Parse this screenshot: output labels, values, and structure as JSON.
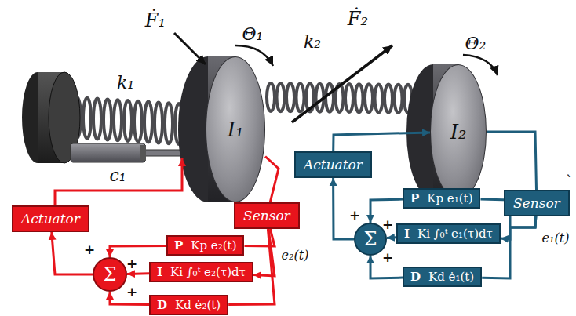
{
  "diagram": {
    "nodes": [
      {
        "text": [
          "I₁"
        ]
      },
      {
        "text": [
          "I₂"
        ]
      },
      {
        "text": [
          "Actuator"
        ]
      },
      {
        "text": [
          "Sensor"
        ]
      },
      {
        "text": [
          "P",
          "Kp e₂(t)"
        ]
      },
      {
        "text": [
          "I",
          "Ki ∫₀ᵗ e₂(τ)dτ"
        ]
      },
      {
        "text": [
          "D",
          "Kd ė₂(t)"
        ]
      },
      {
        "text": [
          "Σ"
        ]
      },
      {
        "text": [
          "Actuator"
        ]
      },
      {
        "text": [
          "Sensor"
        ]
      },
      {
        "text": [
          "P",
          "Kp e₁(t)"
        ]
      },
      {
        "text": [
          "I",
          "Ki ∫₀ᵗ e₁(τ)dτ"
        ]
      },
      {
        "text": [
          "D",
          "Kd ė₁(t)"
        ]
      },
      {
        "text": [
          "Σ"
        ]
      }
    ],
    "edges": [
      {
        "from": 0,
        "to": 3,
        "arrow": "none"
      },
      {
        "from": 3,
        "to": 5,
        "label": "e₂(t)",
        "arrow": "to"
      },
      {
        "from": 3,
        "to": 4,
        "arrow": "none"
      },
      {
        "from": 3,
        "to": 6,
        "arrow": "none"
      },
      {
        "from": 4,
        "to": 7,
        "arrow": "to"
      },
      {
        "from": 5,
        "to": 7,
        "arrow": "to"
      },
      {
        "from": 6,
        "to": 7,
        "arrow": "to"
      },
      {
        "from": 7,
        "to": 2,
        "arrow": "to"
      },
      {
        "from": 1,
        "to": 9,
        "arrow": "none"
      },
      {
        "from": 9,
        "to": 11,
        "label": "e₁(t)",
        "arrow": "to"
      },
      {
        "from": 9,
        "to": 10,
        "arrow": "none"
      },
      {
        "from": 9,
        "to": 12,
        "arrow": "none"
      },
      {
        "from": 10,
        "to": 13,
        "arrow": "to"
      },
      {
        "from": 11,
        "to": 13,
        "arrow": "to"
      },
      {
        "from": 12,
        "to": 13,
        "arrow": "to"
      },
      {
        "from": 13,
        "to": 8,
        "arrow": "to"
      },
      {
        "from": 8,
        "to": 1,
        "arrow": "to"
      }
    ],
    "labels": [
      "Ḟ₁",
      "Θ₁",
      "k₁",
      "Ḟ₂",
      "Θ₂",
      "k₂",
      "c₁",
      "+",
      "+",
      "+",
      "+",
      "+",
      "+",
      "`"
    ]
  }
}
